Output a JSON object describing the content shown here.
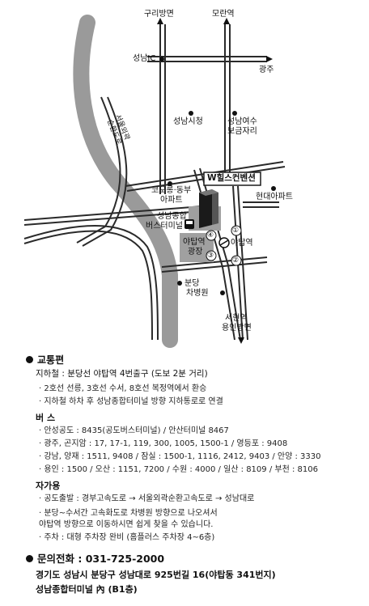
{
  "map": {
    "labels": {
      "guri": "구리방면",
      "moran": "모란역",
      "seongnam_ic": "성남IC",
      "gwangju": "광주",
      "ring_expressway_1": "서울외곽",
      "ring_expressway_2": "순환도로",
      "city_hall": "성남시청",
      "seongnam_yeosu_1": "성남여수",
      "seongnam_yeosu_2": "보금자리",
      "kolon_1": "코오롱·동부",
      "kolon_2": "아파트",
      "hyundai_apt": "현대아파트",
      "w_hills": "W힐스컨벤션",
      "terminal_1": "성남종합",
      "terminal_2": "버스터미널",
      "yatap_plaza_1": "야탑역",
      "yatap_plaza_2": "광장",
      "yatap_station": "야탑역",
      "bundang_1": "분당",
      "bundang_2": "차병원",
      "exit_1": "①",
      "exit_2": "②",
      "exit_3": "③",
      "exit_4": "④",
      "seohyeon_1": "서현역",
      "seohyeon_2": "용인방면",
      "bus_icon": "bus-icon",
      "subway_icon": "subway-icon"
    },
    "colors": {
      "road": "#2a2a2a",
      "river": "#9a9a9a",
      "block": "#a0a0a0",
      "building": "#1a1a1a"
    }
  },
  "info": {
    "transport_title": "교통편",
    "subway_line": "지하철 : 분당선 야탑역 4번출구 (도보 2분 거리)",
    "subway_b1": "· 2호선 선릉, 3호선 수서, 8호선 복정역에서 환승",
    "subway_b2": "· 지하철 하차 후 성남종합터미널 방향 지하통로로 연결",
    "bus_label": "버  스",
    "bus_b1": "· 안성공도 : 8435(공도버스터미널) / 안산터미널 8467",
    "bus_b2": "· 광주, 곤지암 : 17, 17-1, 119, 300, 1005, 1500-1 / 영등포 : 9408",
    "bus_b3": "· 강남, 양재 : 1511, 9408 / 잠실 : 1500-1, 1116, 2412, 9403 / 안양 : 3330",
    "bus_b4": "· 용인 : 1500 / 오산 : 1151, 7200 / 수원 : 4000 / 일산 : 8109 / 부천 : 8106",
    "car_label": "자가용",
    "car_b1": "· 공도출발 : 경부고속도로 → 서울외곽순환고속도로 → 성남대로",
    "car_b2a": "· 분당~수서간 고속화도로 차병원 방향으로 나오셔서",
    "car_b2b": "  야탑역 방향으로 이동하시면 쉽게 찾을 수 있습니다.",
    "car_b3": "· 주차 : 대형 주차장 완비 (홈플러스 주차장 4~6층)",
    "phone_title": "문의전화 : 031-725-2000",
    "addr1": "경기도 성남시 분당구 성남대로 925번길 16(야탑동 341번지)",
    "addr2": "성남종합터미널 內 (B1층)"
  }
}
